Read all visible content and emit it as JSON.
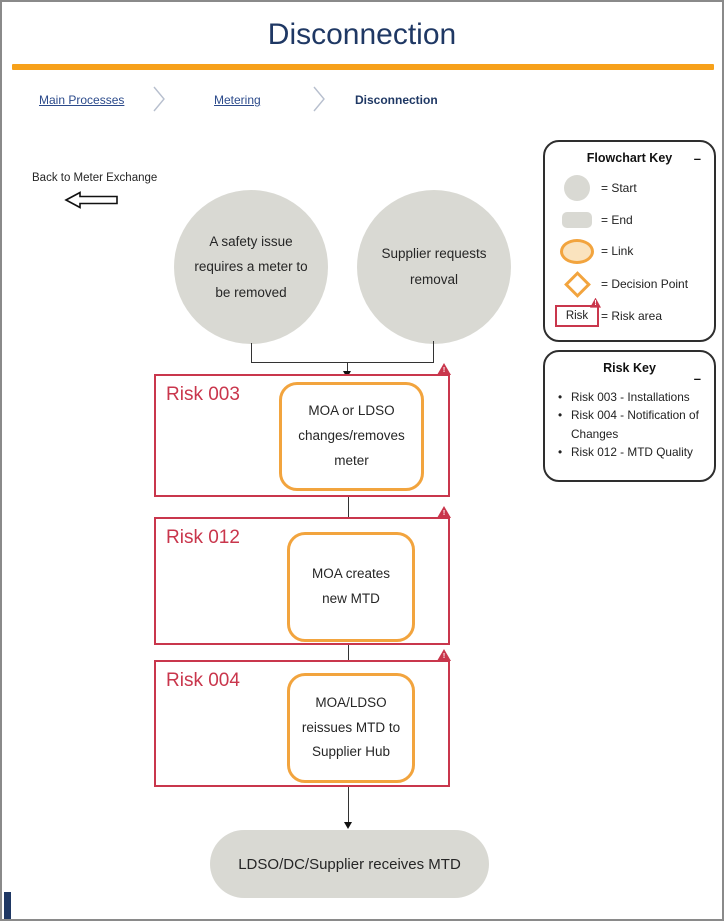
{
  "page": {
    "title": "Disconnection",
    "back_link_label": "Back to Meter Exchange"
  },
  "breadcrumb": {
    "items": [
      {
        "label": "Main Processes"
      },
      {
        "label": "Metering"
      },
      {
        "label": "Disconnection"
      }
    ]
  },
  "flowchart": {
    "start_nodes": [
      {
        "text": "A safety issue requires a meter to be removed"
      },
      {
        "text": "Supplier requests removal"
      }
    ],
    "steps": [
      {
        "risk_label": "Risk 003",
        "text": "MOA or LDSO changes/removes meter",
        "warn": "!"
      },
      {
        "risk_label": "Risk 012",
        "text": "MOA creates new MTD",
        "warn": "!"
      },
      {
        "risk_label": "Risk 004",
        "text": "MOA/LDSO reissues MTD to Supplier Hub",
        "warn": "!"
      }
    ],
    "end_node": {
      "text": "LDSO/DC/Supplier receives MTD"
    }
  },
  "flowchart_key": {
    "title": "Flowchart Key",
    "collapse_label": "–",
    "items": [
      {
        "icon": "start-circle",
        "label": "= Start"
      },
      {
        "icon": "end-rounded-rect",
        "label": "= End"
      },
      {
        "icon": "link-ellipse",
        "label": "= Link"
      },
      {
        "icon": "decision-diamond",
        "label": "= Decision Point"
      },
      {
        "icon": "risk-rectangle",
        "risk_text": "Risk",
        "warn": "!",
        "label": "= Risk area"
      }
    ]
  },
  "risk_key": {
    "title": "Risk Key",
    "collapse_label": "–",
    "bullet": "•",
    "items": [
      {
        "text": "Risk 003 - Installations"
      },
      {
        "text": "Risk 004 - Notification of Changes"
      },
      {
        "text": "Risk 012 - MTD Quality"
      }
    ]
  },
  "colors": {
    "navy": "#1F3864",
    "accent_orange": "#F7A11A",
    "shape_orange": "#F2A43E",
    "risk_red": "#C9364C",
    "shape_grey": "#D9D9D3"
  }
}
